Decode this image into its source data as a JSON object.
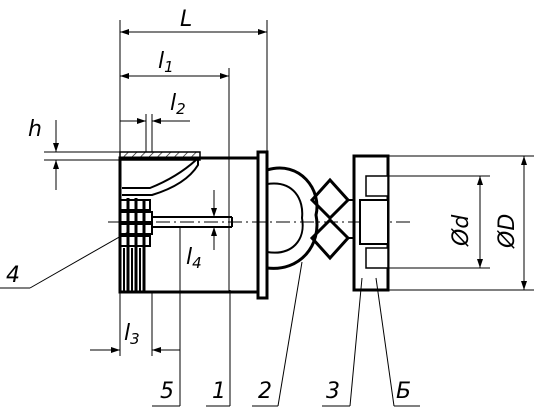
{
  "dimensions": {
    "L": "L",
    "l1": "l",
    "l1_sub": "1",
    "l2": "l",
    "l2_sub": "2",
    "l3": "l",
    "l3_sub": "3",
    "l4": "l",
    "l4_sub": "4",
    "h": "h",
    "d": "Ød",
    "D": "ØD"
  },
  "callouts": {
    "c4": "4",
    "c5": "5",
    "c1": "1",
    "c2": "2",
    "c3": "3",
    "cB": "Б"
  }
}
